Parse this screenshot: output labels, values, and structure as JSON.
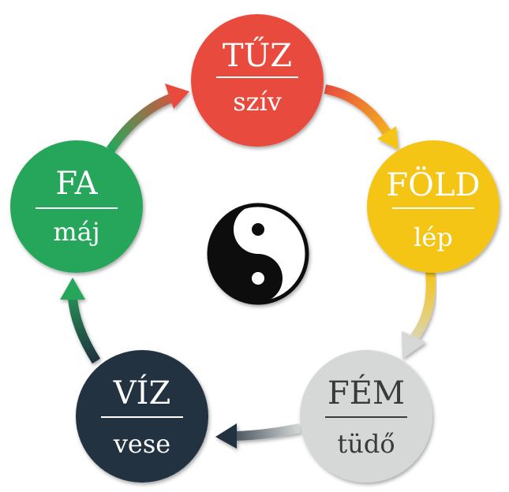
{
  "elements": [
    {
      "key": "fire",
      "element": "TŰZ",
      "organ": "szív",
      "color": "#e84c3d",
      "text_color": "#ffffff"
    },
    {
      "key": "earth",
      "element": "FÖLD",
      "organ": "lép",
      "color": "#f5c518",
      "text_color": "#ffffff"
    },
    {
      "key": "metal",
      "element": "FÉM",
      "organ": "tüdő",
      "color": "#d5d8d7",
      "text_color": "#3a3a3a"
    },
    {
      "key": "water",
      "element": "VÍZ",
      "organ": "vese",
      "color": "#22313f",
      "text_color": "#ffffff"
    },
    {
      "key": "wood",
      "element": "FA",
      "organ": "máj",
      "color": "#27a65a",
      "text_color": "#ffffff"
    }
  ],
  "arrows": [
    {
      "from": "wood",
      "to": "fire",
      "from_color": "#27a65a",
      "to_color": "#e84c3d"
    },
    {
      "from": "fire",
      "to": "earth",
      "from_color": "#e84c3d",
      "to_color": "#f5c518"
    },
    {
      "from": "earth",
      "to": "metal",
      "from_color": "#f5c518",
      "to_color": "#d5d8d7"
    },
    {
      "from": "metal",
      "to": "water",
      "from_color": "#d5d8d7",
      "to_color": "#22313f"
    },
    {
      "from": "water",
      "to": "wood",
      "from_color": "#22313f",
      "to_color": "#27a65a"
    }
  ],
  "center_icon": "yin-yang-icon"
}
